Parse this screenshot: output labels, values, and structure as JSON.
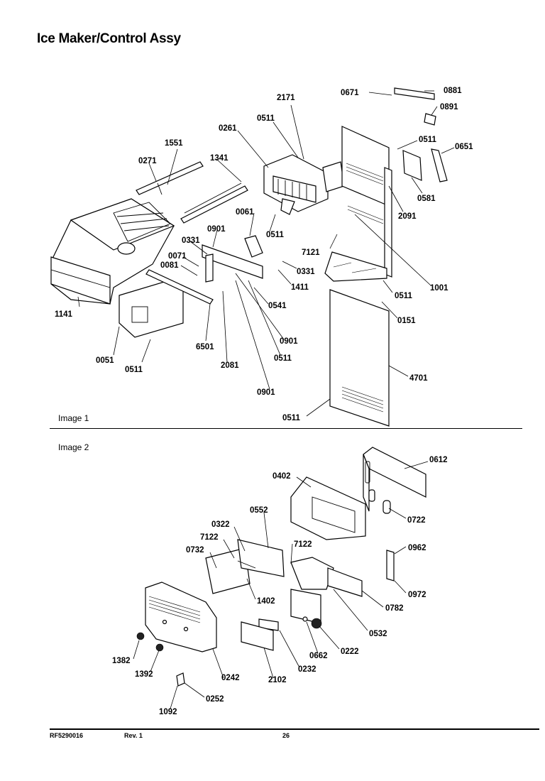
{
  "document": {
    "title": "Ice Maker/Control Assy",
    "image1_label": "Image 1",
    "image2_label": "Image 2",
    "footer": {
      "doc_number": "RF5290016",
      "revision": "Rev. 1",
      "page": "26"
    }
  },
  "callouts_image1": [
    "0671",
    "0881",
    "0891",
    "2171",
    "0511",
    "0261",
    "0511",
    "0651",
    "1551",
    "1341",
    "0271",
    "0581",
    "2091",
    "0061",
    "0901",
    "0511",
    "0331",
    "7121",
    "0071",
    "0081",
    "0331",
    "1411",
    "1001",
    "0511",
    "0541",
    "1141",
    "0151",
    "0901",
    "6501",
    "2081",
    "0511",
    "0051",
    "0511",
    "4701",
    "0901",
    "0511"
  ],
  "callouts_image2": [
    "0612",
    "0402",
    "0722",
    "0552",
    "0322",
    "7122",
    "7122",
    "0732",
    "0962",
    "1402",
    "0782",
    "0972",
    "0532",
    "0662",
    "0222",
    "1382",
    "0232",
    "1392",
    "2102",
    "0242",
    "0252",
    "1092"
  ]
}
